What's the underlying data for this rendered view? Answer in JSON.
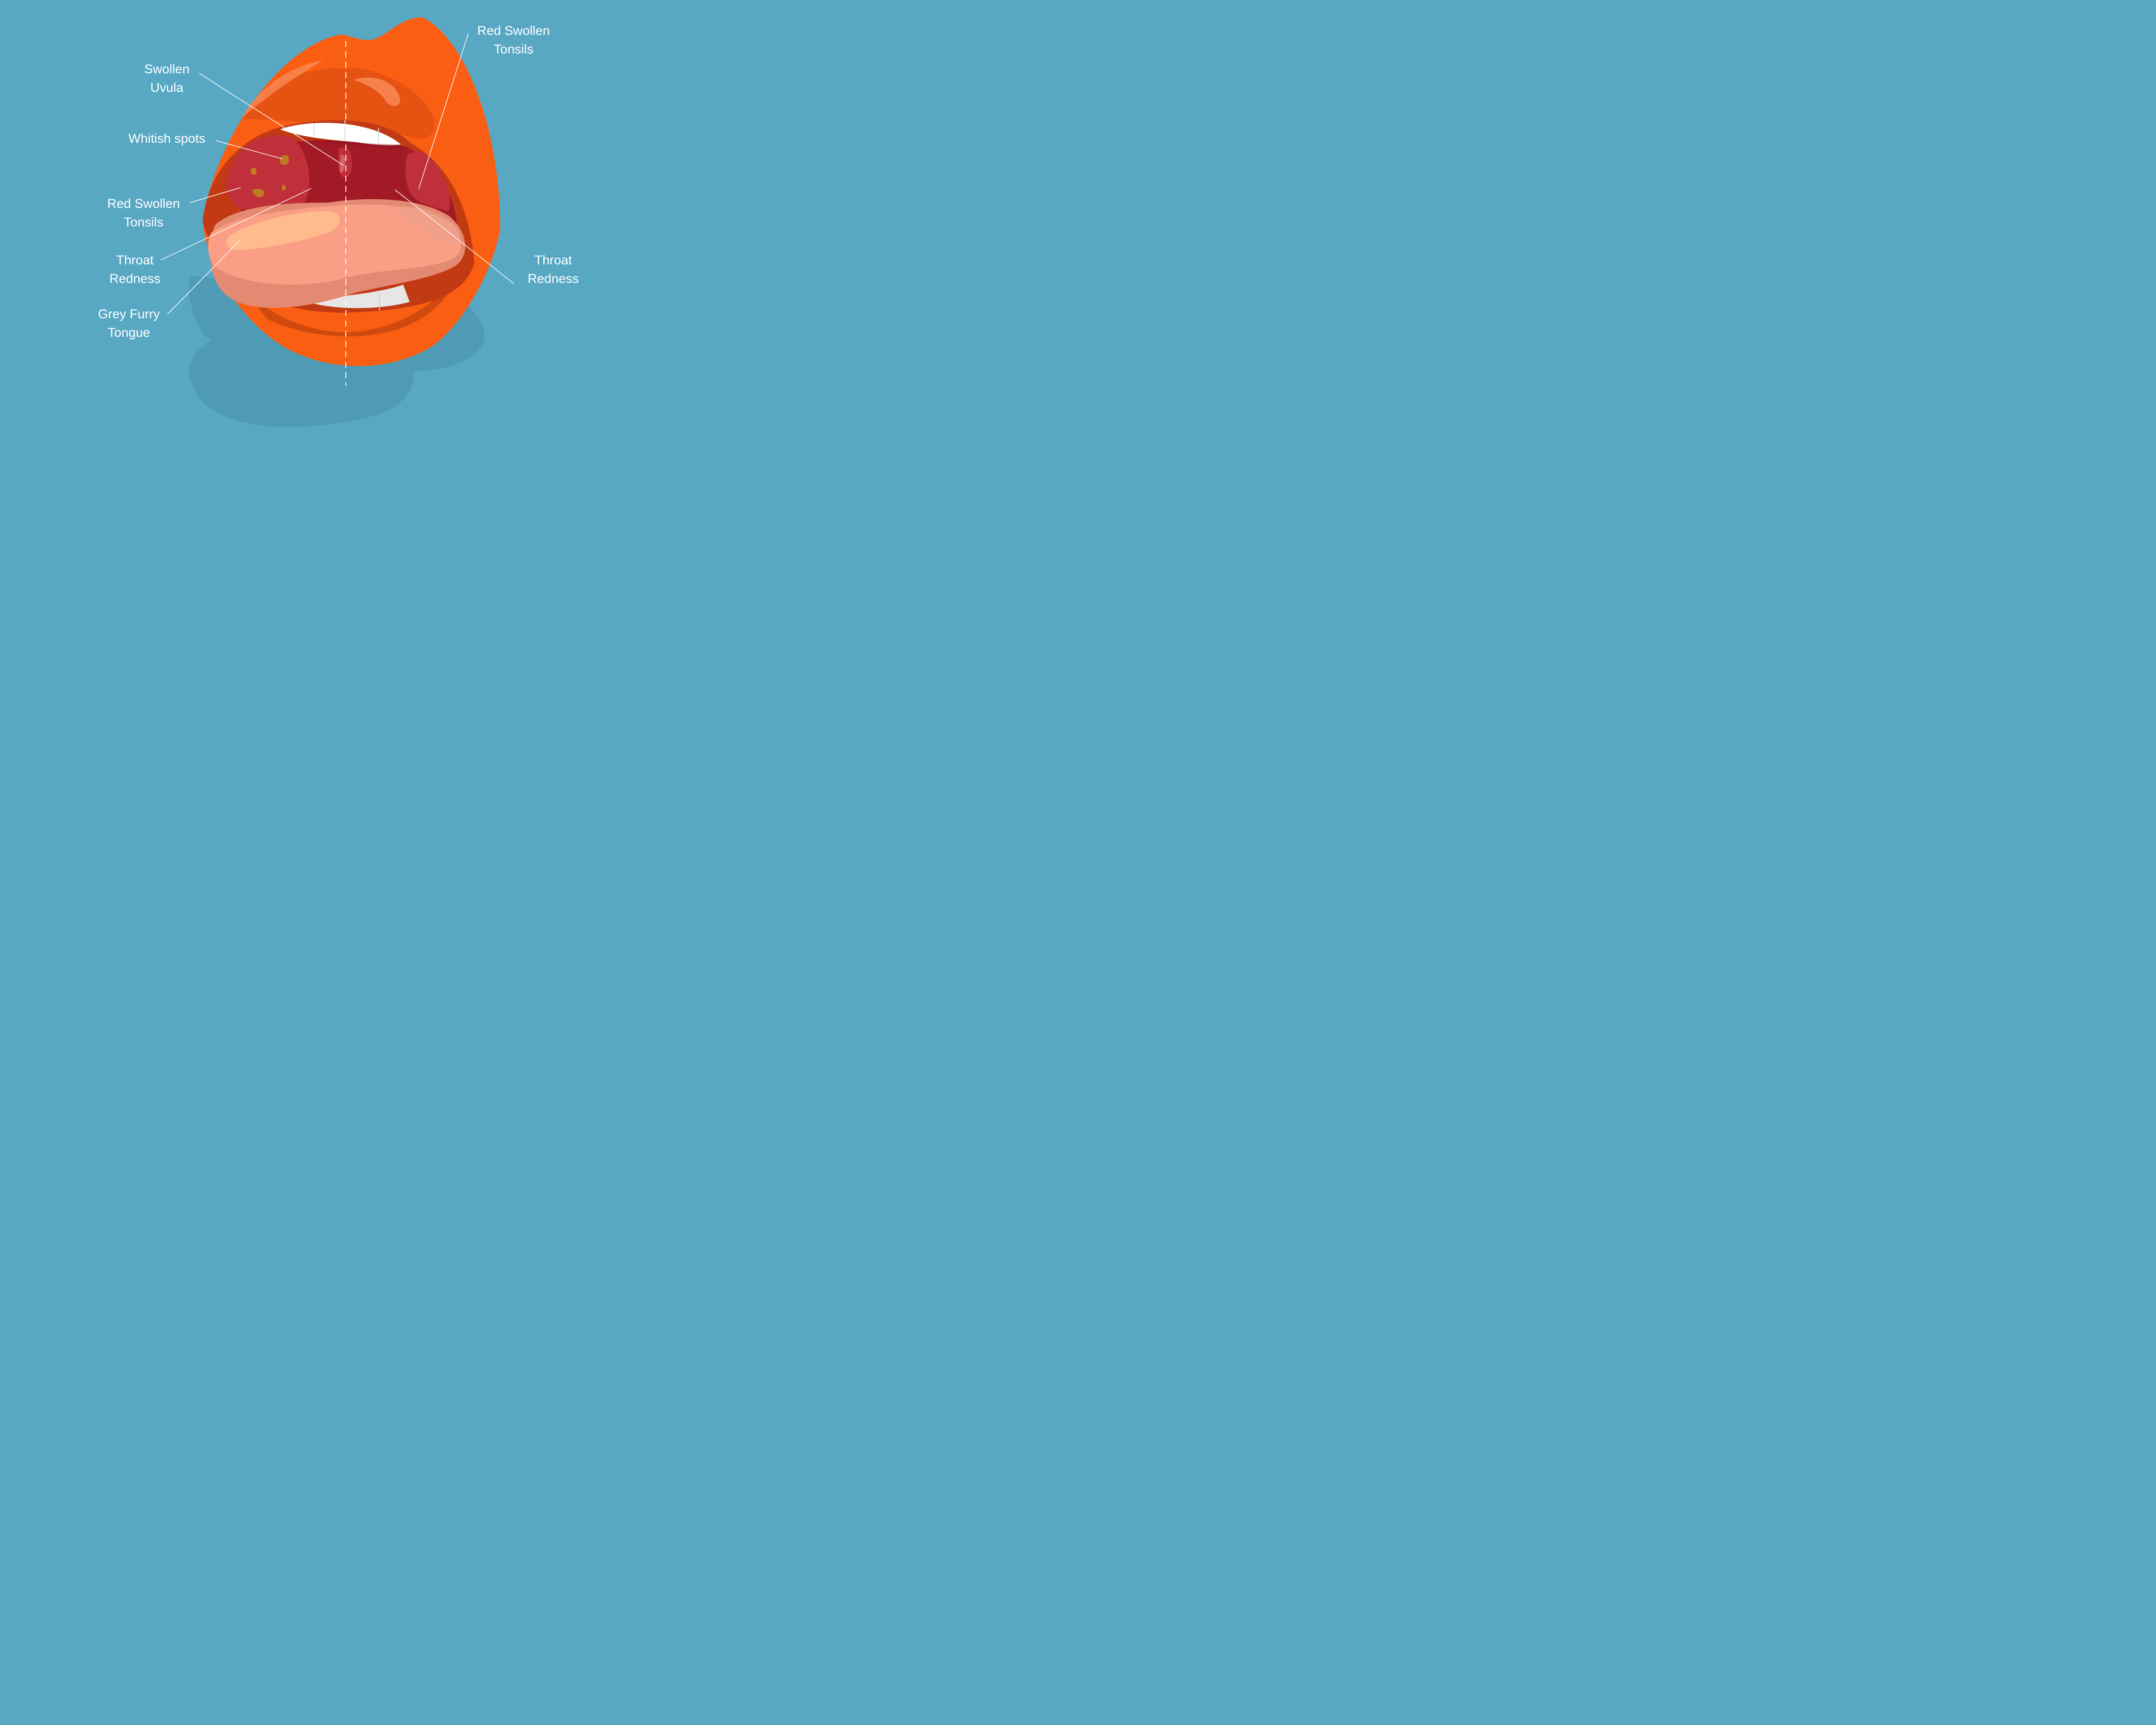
{
  "labels": {
    "swollen_uvula": [
      "Swollen",
      "Uvula"
    ],
    "whitish_spots": [
      "Whitish spots"
    ],
    "red_swollen_tonsils_left": [
      "Red Swollen",
      "Tonsils"
    ],
    "throat_redness_left": [
      "Throat",
      "Redness"
    ],
    "grey_furry_tongue": [
      "Grey Furry",
      "Tongue"
    ],
    "red_swollen_tonsils_right": [
      "Red Swollen",
      "Tonsils"
    ],
    "throat_redness_right": [
      "Throat",
      "Redness"
    ]
  },
  "colors": {
    "background": "#58a8c4",
    "lips": "#fa5e12",
    "throat": "#a11a25",
    "tonsils": "#c0303b",
    "tongue": "#fa9e85",
    "teeth": "#ffffff",
    "spots": "#c07a22"
  }
}
